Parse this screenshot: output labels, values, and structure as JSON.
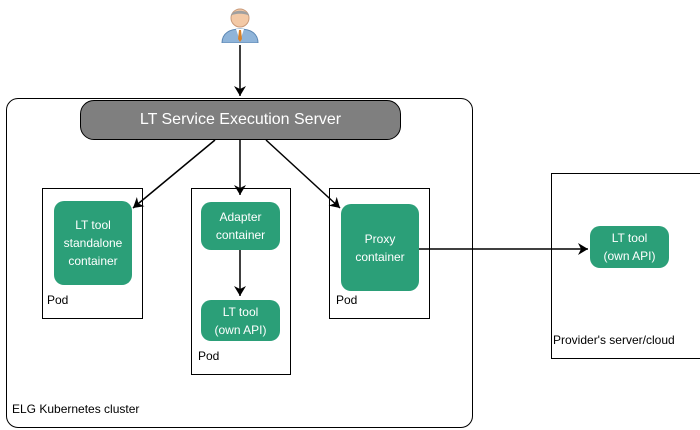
{
  "server": {
    "label": "LT Service Execution Server"
  },
  "cluster": {
    "label": "ELG Kubernetes cluster"
  },
  "pods": [
    {
      "label": "Pod",
      "containers": [
        "LT tool\nstandalone\ncontainer"
      ]
    },
    {
      "label": "Pod",
      "containers": [
        "Adapter\ncontainer",
        "LT tool\n(own API)"
      ]
    },
    {
      "label": "Pod",
      "containers": [
        "Proxy\ncontainer"
      ]
    }
  ],
  "provider": {
    "label": "Provider's server/cloud",
    "tool": "LT tool\n(own API)"
  },
  "colors": {
    "container_green": "#2b9f78",
    "server_gray": "#7f7f7f"
  },
  "icons": {
    "user": "user-icon"
  }
}
